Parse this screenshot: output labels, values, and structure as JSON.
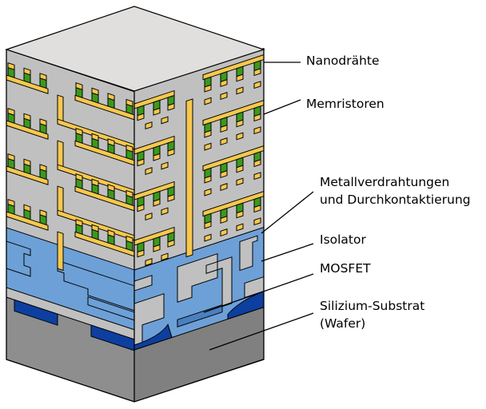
{
  "labels": {
    "nanowires": "Nanodrähte",
    "memristors": "Memristoren",
    "metal_line1": "Metallverdrahtungen",
    "metal_line2": "und Durchkontaktierung",
    "insulator": "Isolator",
    "mosfet": "MOSFET",
    "substrate_line1": "Silizium-Substrat",
    "substrate_line2": "(Wafer)"
  },
  "colors": {
    "top": "#e1dfde",
    "gray": "#c0c0c0",
    "yellow": "#f6c84e",
    "green": "#3b9a1c",
    "blue": "#6da0d6",
    "dark_blue": "#0d3fa0",
    "gate": "#4a7fc0",
    "substrate_left": "#8e8e8e",
    "substrate_right": "#808080"
  }
}
